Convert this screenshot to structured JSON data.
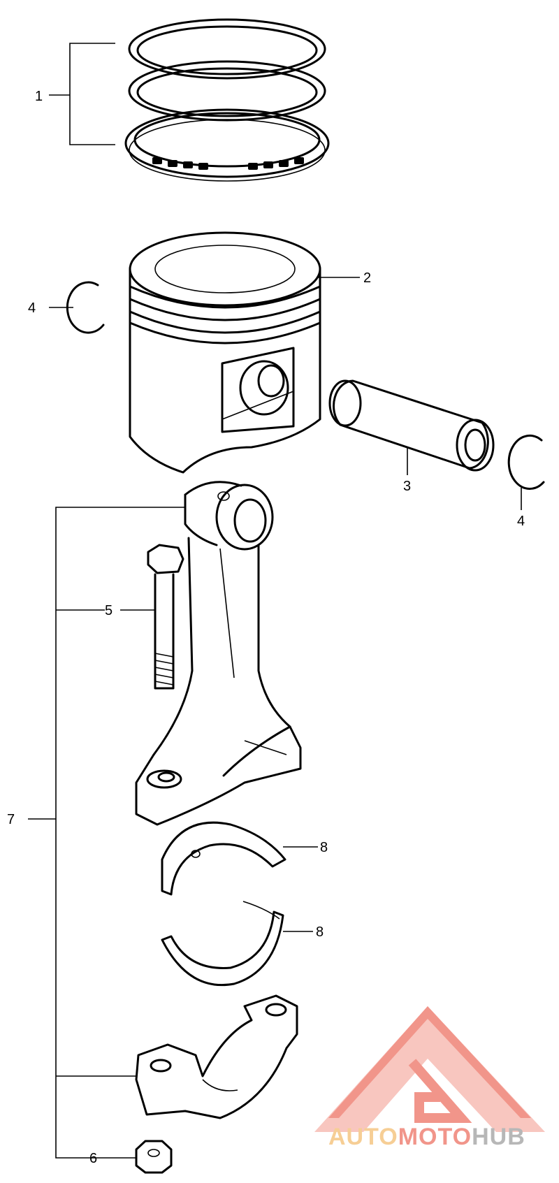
{
  "callouts": {
    "c1": "1",
    "c2": "2",
    "c3": "3",
    "c4a": "4",
    "c4b": "4",
    "c5": "5",
    "c6": "6",
    "c7": "7",
    "c8a": "8",
    "c8b": "8"
  },
  "watermark": {
    "text_auto": "AUTO",
    "text_moto": "MOTO",
    "text_hub": "HUB",
    "color_auto": "#f6c98a",
    "color_moto": "#f08a7e",
    "color_hub": "#b0b0b0"
  }
}
